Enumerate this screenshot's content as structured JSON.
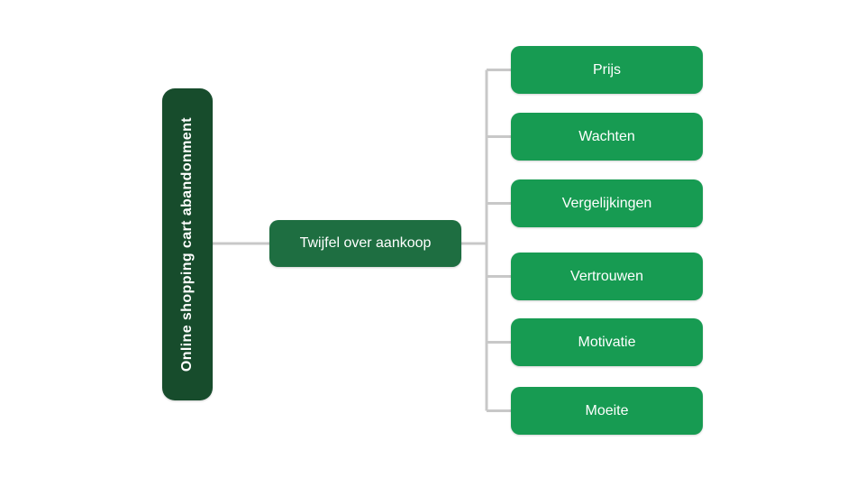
{
  "diagram": {
    "type": "mindmap-tree",
    "root": {
      "label": "Online shopping cart abandonment"
    },
    "level1": {
      "label": "Twijfel over aankoop"
    },
    "leaves": [
      {
        "label": "Prijs"
      },
      {
        "label": "Wachten"
      },
      {
        "label": "Vergelijkingen"
      },
      {
        "label": "Vertrouwen"
      },
      {
        "label": "Motivatie"
      },
      {
        "label": "Moeite"
      }
    ],
    "colors": {
      "root_bg": "#174c2c",
      "level1_bg": "#1e6e41",
      "leaf_bg": "#179b52",
      "connector": "#c8c8c8",
      "text": "#ffffff",
      "canvas_bg": "#ffffff"
    }
  }
}
